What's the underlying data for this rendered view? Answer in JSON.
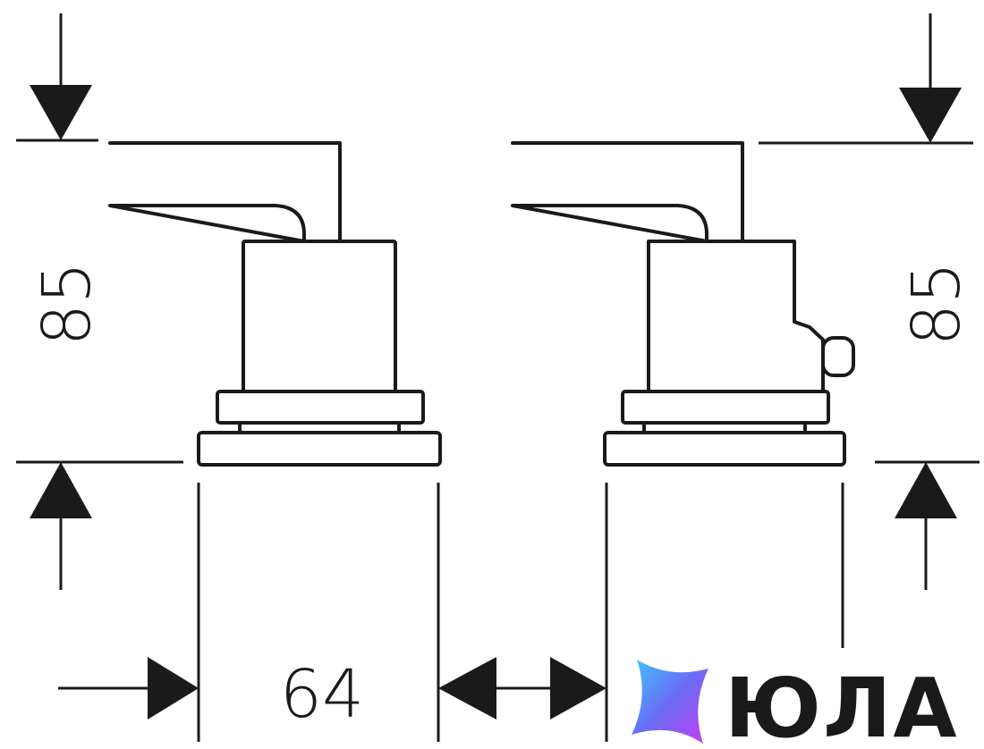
{
  "dimensions": {
    "left_height": "85",
    "right_height": "85",
    "base_width": "64"
  },
  "watermark": {
    "brand_text": "ЮЛА"
  },
  "colors": {
    "line": "#1a1a1a",
    "background": "#ffffff",
    "logo_gradient": [
      "#3ec6ff",
      "#6a6cf5",
      "#c43cf0"
    ]
  }
}
